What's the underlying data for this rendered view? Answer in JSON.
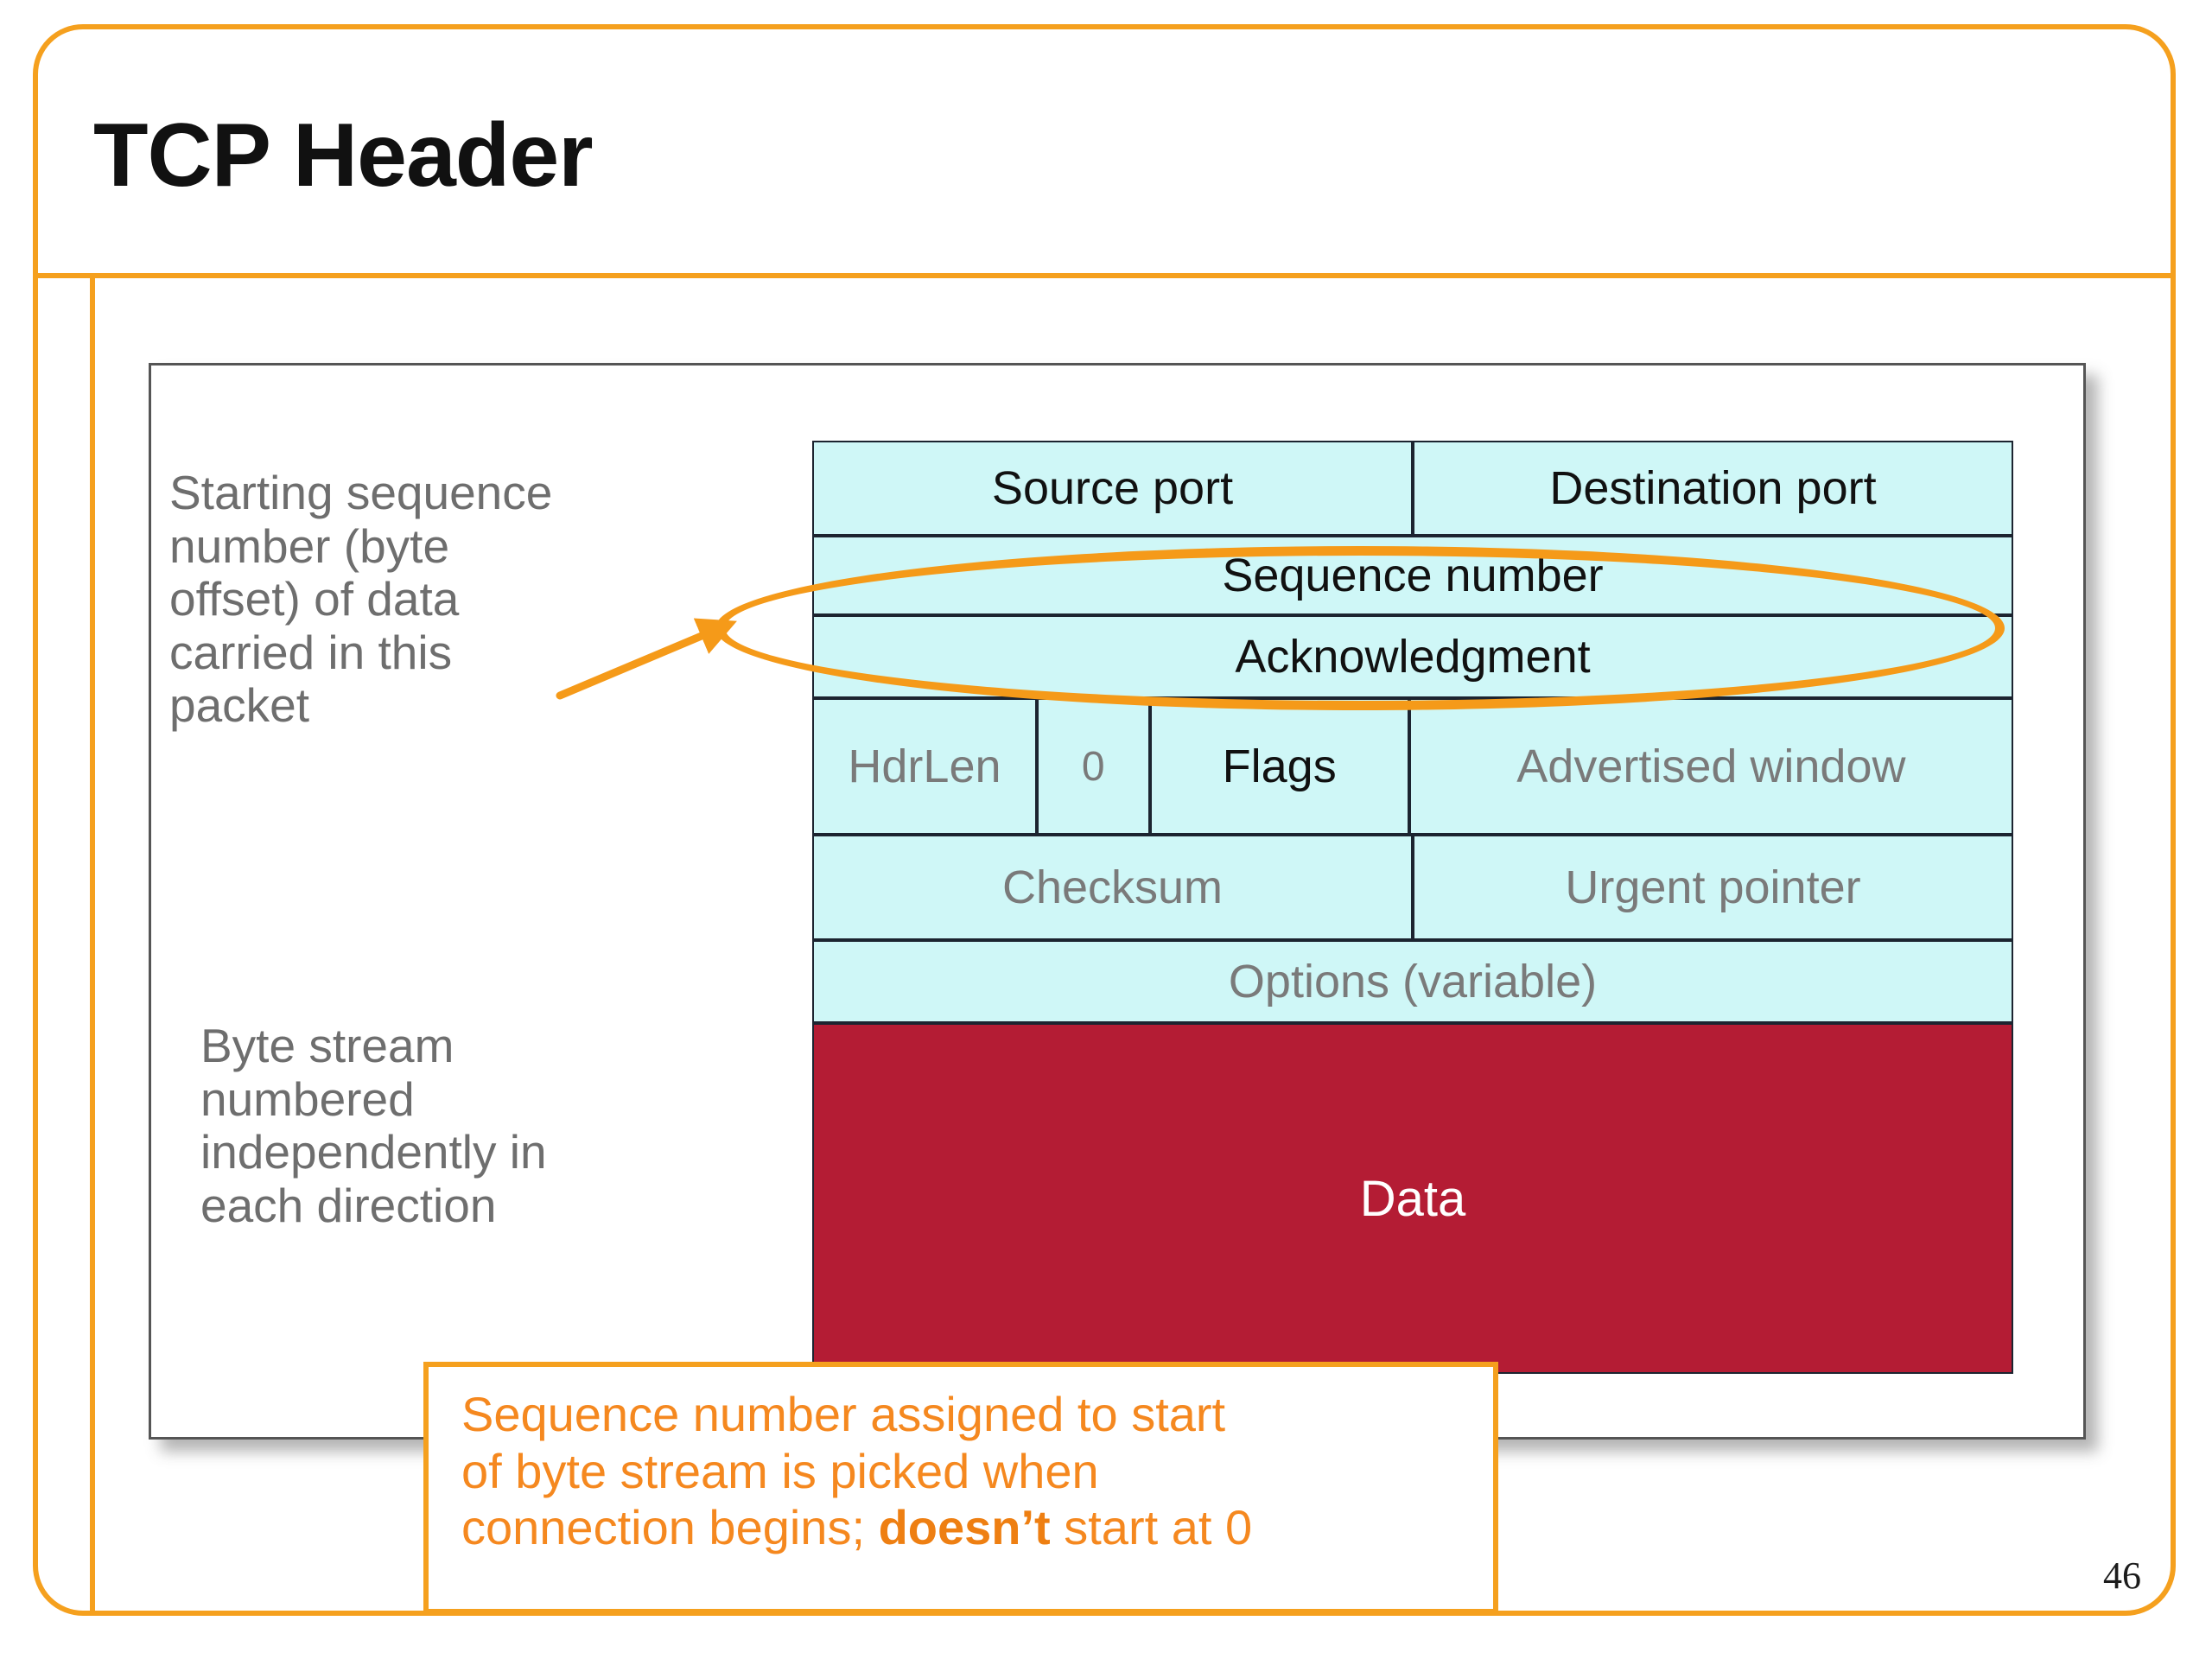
{
  "slide": {
    "title": "TCP Header",
    "page_number": "46",
    "accent_color": "#F5A01E",
    "note_color": "#6E6E6E",
    "callout_color": "#F5881F",
    "field_fill_color": "#CFF7F7",
    "data_fill_color": "#B41C34"
  },
  "notes": [
    {
      "text": "Starting sequence number (byte offset) of data carried in this packet"
    },
    {
      "text": "Byte stream numbered independently in each direction"
    }
  ],
  "header_table": {
    "rows": [
      {
        "name": "ports",
        "cells": [
          {
            "label": "Source port",
            "emphasis": "dark"
          },
          {
            "label": "Destination port",
            "emphasis": "dark"
          }
        ]
      },
      {
        "name": "sequence",
        "cells": [
          {
            "label": "Sequence number",
            "emphasis": "dark"
          }
        ]
      },
      {
        "name": "acknowledgment",
        "cells": [
          {
            "label": "Acknowledgment",
            "emphasis": "dark"
          }
        ]
      },
      {
        "name": "flags",
        "cells": [
          {
            "label": "HdrLen",
            "emphasis": "muted"
          },
          {
            "label": "0",
            "emphasis": "muted"
          },
          {
            "label": "Flags",
            "emphasis": "dark"
          },
          {
            "label": "Advertised window",
            "emphasis": "muted"
          }
        ]
      },
      {
        "name": "checksum",
        "cells": [
          {
            "label": "Checksum",
            "emphasis": "muted"
          },
          {
            "label": "Urgent pointer",
            "emphasis": "muted"
          }
        ]
      },
      {
        "name": "options",
        "cells": [
          {
            "label": "Options (variable)",
            "emphasis": "muted"
          }
        ]
      },
      {
        "name": "data",
        "cells": [
          {
            "label": "Data",
            "emphasis": "inverse"
          }
        ]
      }
    ]
  },
  "highlight": {
    "target_field": "Sequence number",
    "shape": "ellipse"
  },
  "callout": {
    "line1": "Sequence number assigned to start",
    "line2": "of byte stream is picked when",
    "line3_a": "connection begins; ",
    "line3_b": "doesn’t",
    "line3_c": " start at 0"
  }
}
